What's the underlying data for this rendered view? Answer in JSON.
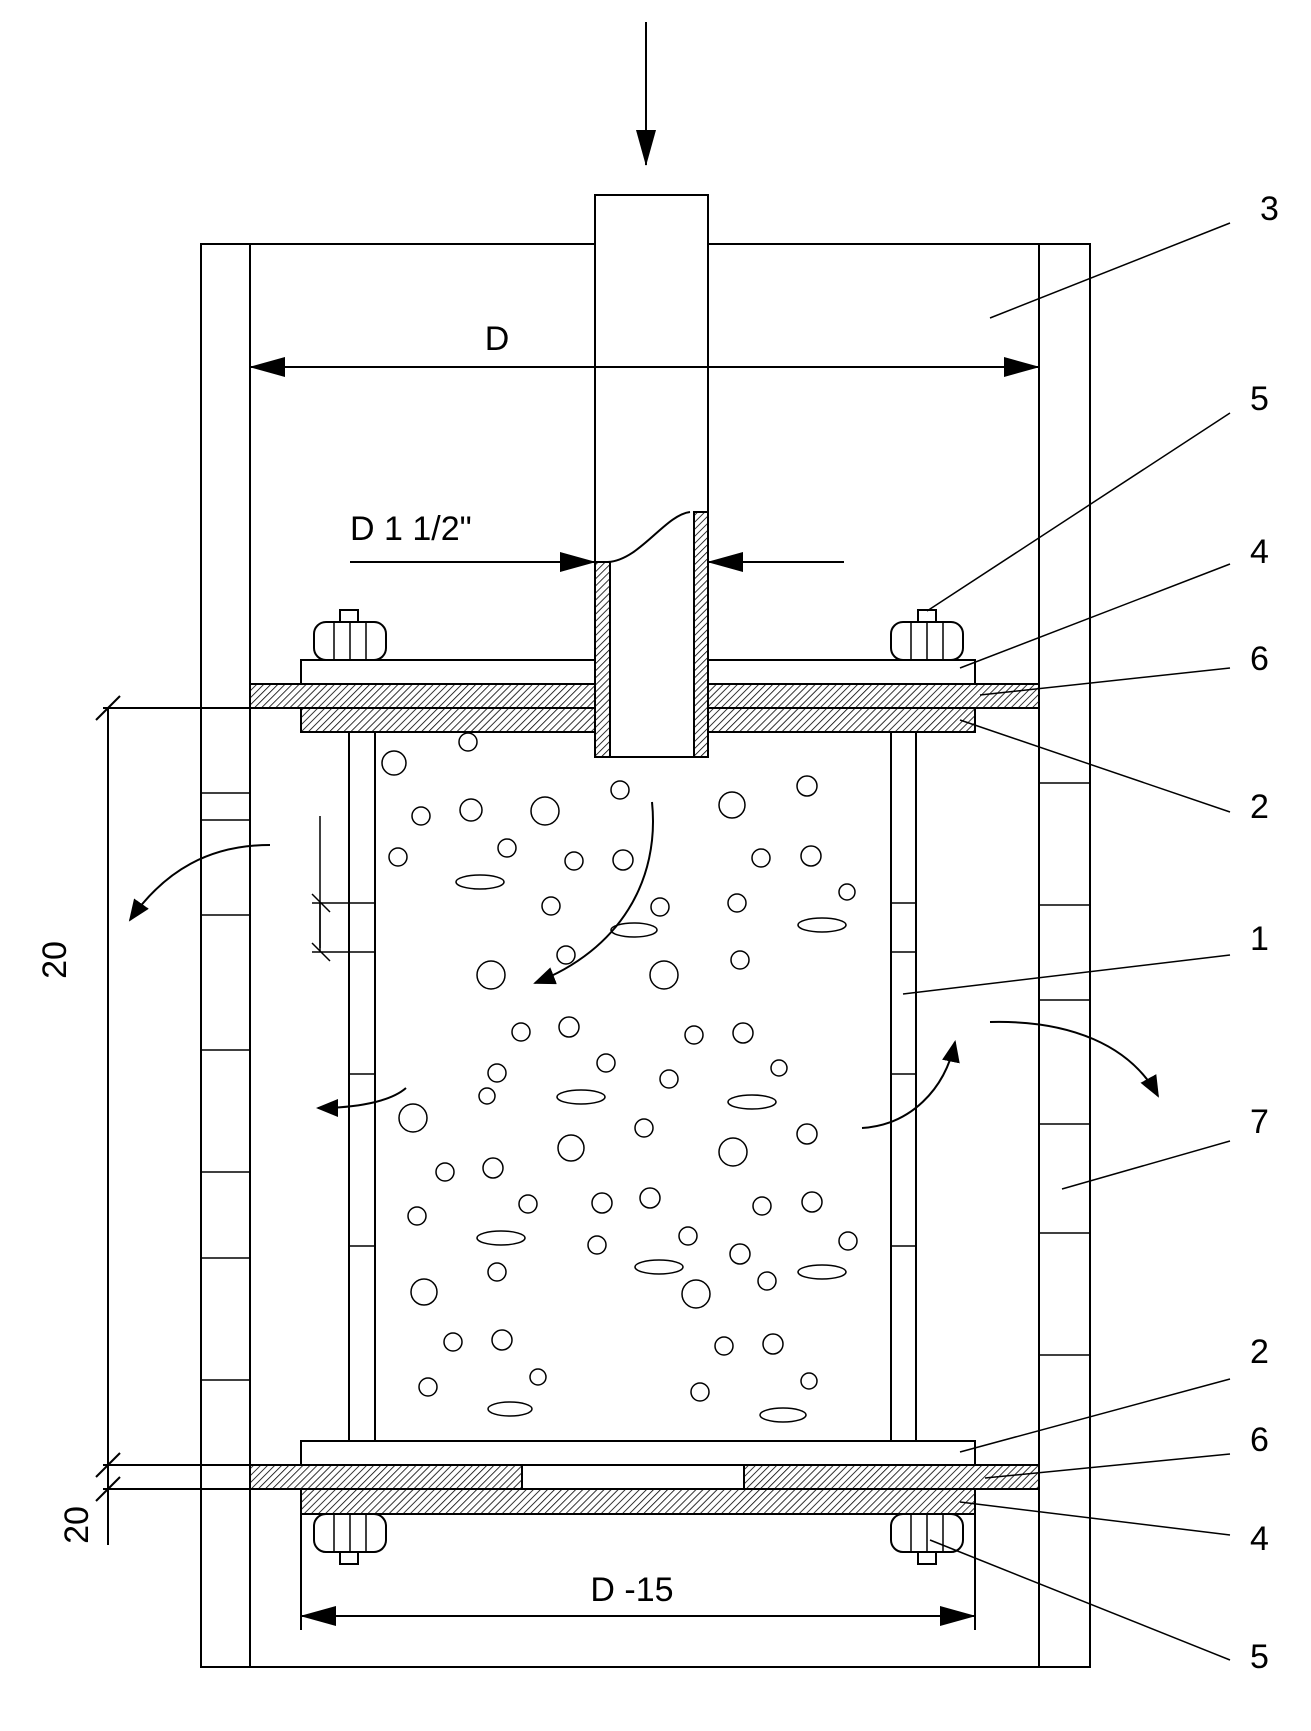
{
  "dimensions": {
    "outer_diameter": "D",
    "pipe_diameter": "D 1 1/2\"",
    "flange_width": "D -15",
    "spacing_large": "20",
    "spacing_small": "20"
  },
  "part_numbers": {
    "housing": "3",
    "top_bolt": "5",
    "top_flange": "4",
    "top_gasket": "6",
    "top_plate": "2",
    "filter_cage": "1",
    "outer_screen": "7",
    "bottom_plate": "2",
    "bottom_gasket": "6",
    "bottom_flange": "4",
    "bottom_bolt": "5"
  }
}
